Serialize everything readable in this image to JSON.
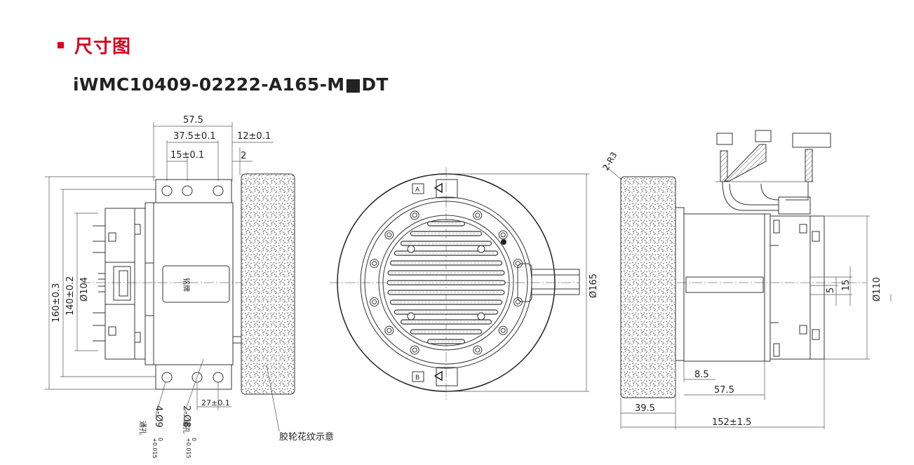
{
  "heading": {
    "title": "尺寸图"
  },
  "model": {
    "code": "iWMC10409-02222-A165-M■DT"
  },
  "colors": {
    "accent": "#d7001e",
    "line": "#333333"
  },
  "front_view": {
    "dim_top_overall": "57.5",
    "dim_top_holes": "37.5±0.1",
    "dim_top_hole_first": "15±0.1",
    "dim_top_right_offset": "12±0.1",
    "dim_top_right_gap": "2",
    "dim_left_outer": "160±0.3",
    "dim_left_mid": "140±0.2",
    "dim_left_inner": "Ø104",
    "dim_bottom_spacing": "27±0.1",
    "hole_callout_1": "4-Ø9",
    "hole_tol_1": "+0.015",
    "hole_tol_1_low": "0",
    "hole_callout_1_note": "通孔",
    "hole_callout_2": "2-Ø8",
    "hole_tol_2": "+0.015",
    "hole_tol_2_low": "0",
    "hole_callout_2_note": "通孔",
    "center_label": "铭牌",
    "tire_note": "胶轮花纹示意"
  },
  "side_view": {
    "mark_a": "A",
    "mark_b": "B",
    "dim_diameter": "Ø165"
  },
  "right_view": {
    "radius": "2-R3",
    "dim_d110": "Ø110",
    "dim_15": "15",
    "dim_5": "5",
    "dim_8_5": "8.5",
    "dim_57_5": "57.5",
    "dim_39_5": "39.5",
    "dim_152": "152±1.5"
  }
}
